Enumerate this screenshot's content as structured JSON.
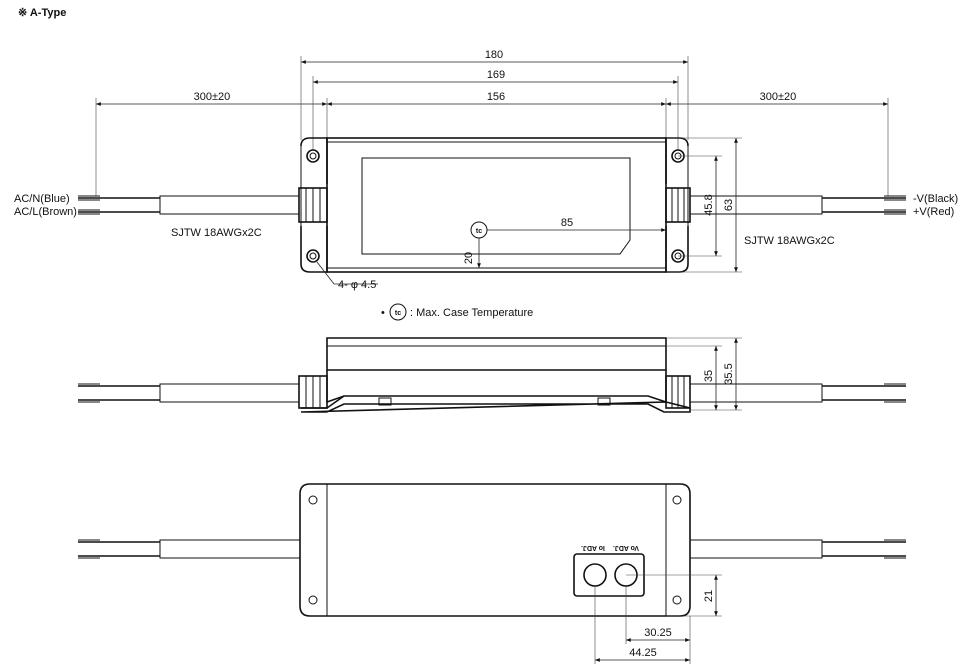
{
  "title": "※ A-Type",
  "dimensions": {
    "overall_length": "180",
    "mounting_pitch": "169",
    "body_length": "156",
    "cable_left": "300±20",
    "cable_right": "300±20",
    "height_inner": "45.8",
    "height_outer": "63",
    "tc_x": "85",
    "tc_y": "20",
    "holes": "4- φ 4.5",
    "side_height_1": "35",
    "side_height_2": "35.5",
    "bottom_pot_y": "21",
    "bottom_pot_x1": "30.25",
    "bottom_pot_x2": "44.25"
  },
  "labels": {
    "input_n": "AC/N(Blue)",
    "input_l": "AC/L(Brown)",
    "output_neg": "-V(Black)",
    "output_pos": "+V(Red)",
    "cable_left": "SJTW 18AWGx2C",
    "cable_right": "SJTW 18AWGx2C",
    "tc_symbol": "tc",
    "tc_legend": ": Max. Case Temperature",
    "io_adj": "Io ADJ.",
    "vo_adj": "Vo ADJ."
  }
}
